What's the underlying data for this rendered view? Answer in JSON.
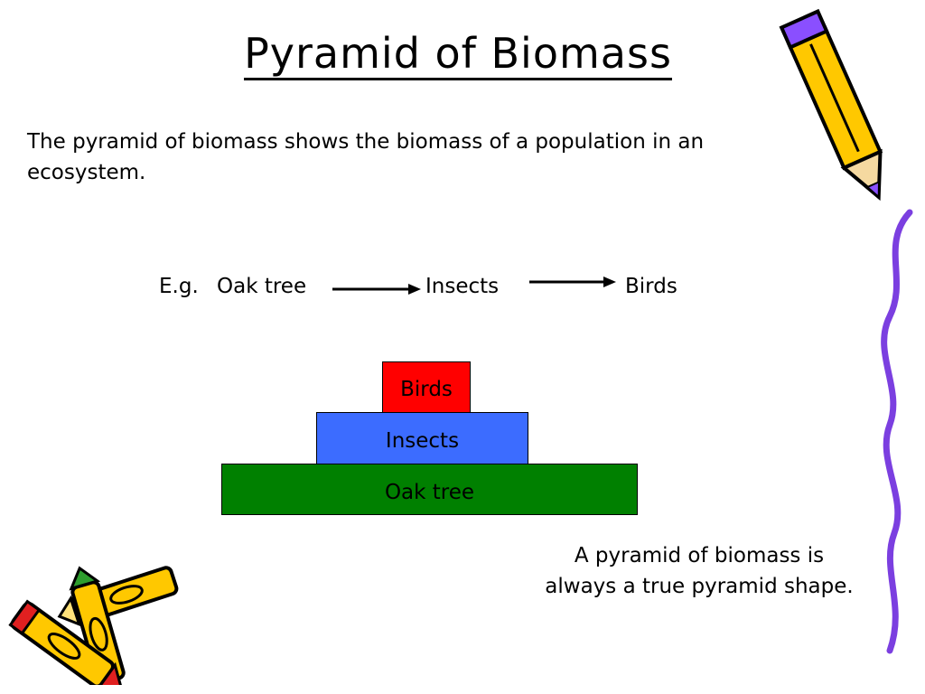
{
  "slide": {
    "title": "Pyramid of Biomass",
    "intro": "The pyramid of biomass shows the biomass of a population in an ecosystem.",
    "food_chain": {
      "prefix": "E.g.",
      "producer": "Oak tree",
      "primary_consumer": "Insects",
      "secondary_consumer": "Birds"
    },
    "pyramid": {
      "top": "Birds",
      "middle": "Insects",
      "base": "Oak tree",
      "colors": {
        "top": "#ff0000",
        "middle": "#3c6cff",
        "base": "#008000"
      }
    },
    "note": "A pyramid of biomass is always a true pyramid shape."
  }
}
